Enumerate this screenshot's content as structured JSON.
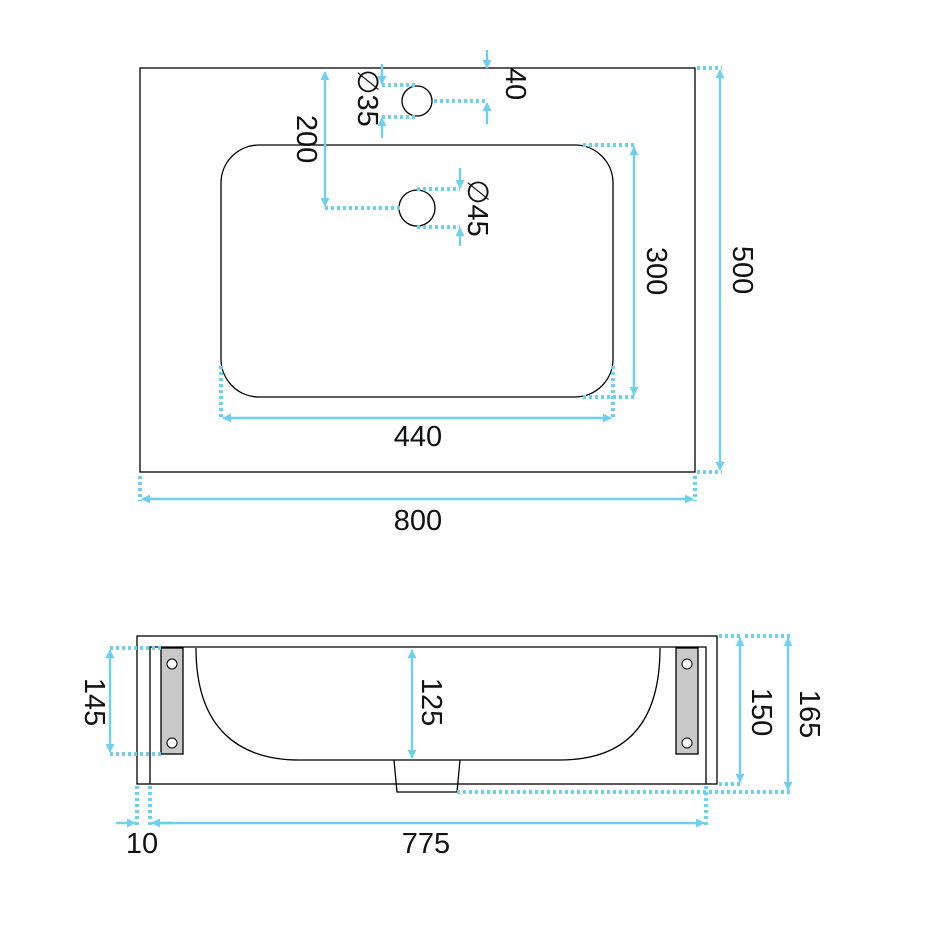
{
  "colors": {
    "dimension": "#6fd0ee",
    "outline": "#000000",
    "bracket": "#c9c9c9"
  },
  "top_view": {
    "total_width": "800",
    "total_depth": "500",
    "basin_width": "440",
    "basin_depth": "300",
    "drain_offset": "200",
    "tap_hole_offset": "40",
    "tap_hole_diameter": "∅35",
    "drain_diameter": "∅45"
  },
  "side_view": {
    "bracket_height": "145",
    "basin_depth": "125",
    "body_height": "150",
    "total_height": "165",
    "edge_offset": "10",
    "inner_width": "775"
  }
}
